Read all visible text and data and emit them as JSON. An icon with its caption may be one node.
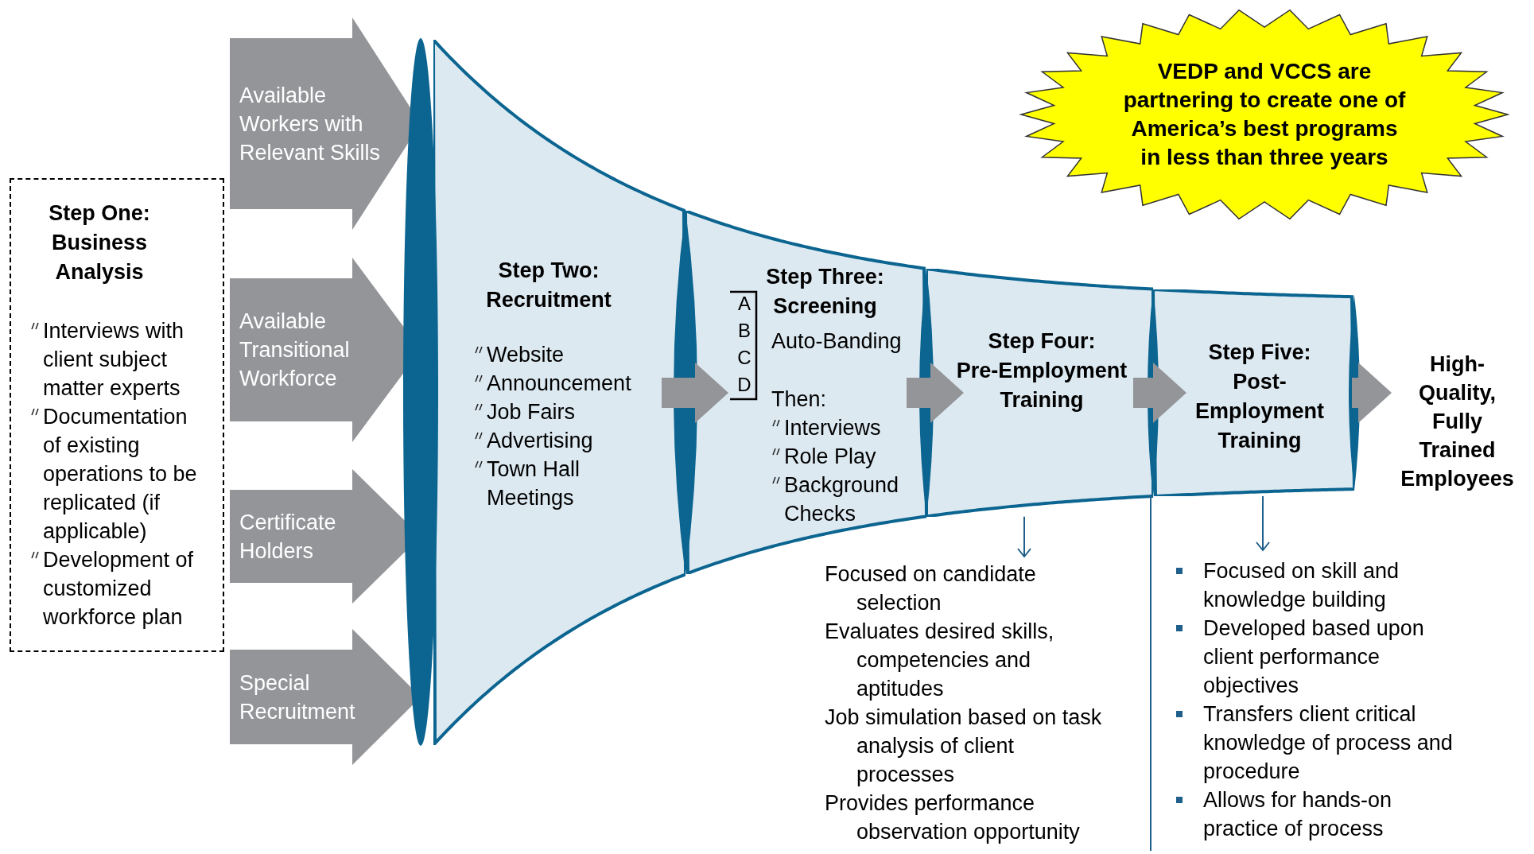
{
  "diagram": {
    "nodes": [
      {
        "text": [
          "Step One: Business Analysis",
          "Interviews with client subject matter experts",
          "Documentation of existing operations to be replicated (if applicable)",
          "Development of customized workforce plan"
        ]
      },
      {
        "text": [
          "Available Workers with Relevant Skills"
        ]
      },
      {
        "text": [
          "Available Transitional Workforce"
        ]
      },
      {
        "text": [
          "Certificate Holders"
        ]
      },
      {
        "text": [
          "Special Recruitment"
        ]
      },
      {
        "text": [
          "Step Two: Recruitment",
          "Website",
          "Announcement",
          "Job Fairs",
          "Advertising",
          "Town Hall Meetings"
        ]
      },
      {
        "text": [
          "Step Three: Screening",
          "Auto-Banding",
          "Then:",
          "Interviews",
          "Role Play",
          "Background Checks"
        ]
      },
      {
        "text": [
          "Step Four: Pre-Employment Training"
        ]
      },
      {
        "text": [
          "Step Five: Post-Employment Training"
        ]
      },
      {
        "text": [
          "High- Quality, Fully Trained Employees"
        ]
      },
      {
        "text": [
          "VEDP and VCCS are partnering to create one of America’s best programs in less than three years"
        ]
      },
      {
        "text": [
          "Focused on candidate selection",
          "Evaluates desired skills, competencies and aptitudes",
          "Job simulation based on task analysis of client processes",
          "Provides performance observation opportunity"
        ]
      },
      {
        "text": [
          "Focused on skill and knowledge building",
          "Developed based upon client performance objectives",
          "Transfers client critical knowledge of process and procedure",
          "Allows for hands-on practice of process"
        ]
      }
    ],
    "edges": [
      {
        "from": 5,
        "to": 6,
        "arrow": "to",
        "style": "thick"
      },
      {
        "from": 6,
        "to": 7,
        "arrow": "to",
        "style": "thick"
      },
      {
        "from": 7,
        "to": 8,
        "arrow": "to",
        "style": "thick"
      },
      {
        "from": 8,
        "to": 9,
        "arrow": "to",
        "style": "thick"
      },
      {
        "from": 7,
        "to": 11,
        "arrow": "to",
        "color": "#1f5f8b"
      },
      {
        "from": 8,
        "to": 12,
        "arrow": "to",
        "color": "#1f5f8b"
      }
    ],
    "labels": [
      "A",
      "B",
      "C",
      "D"
    ]
  }
}
